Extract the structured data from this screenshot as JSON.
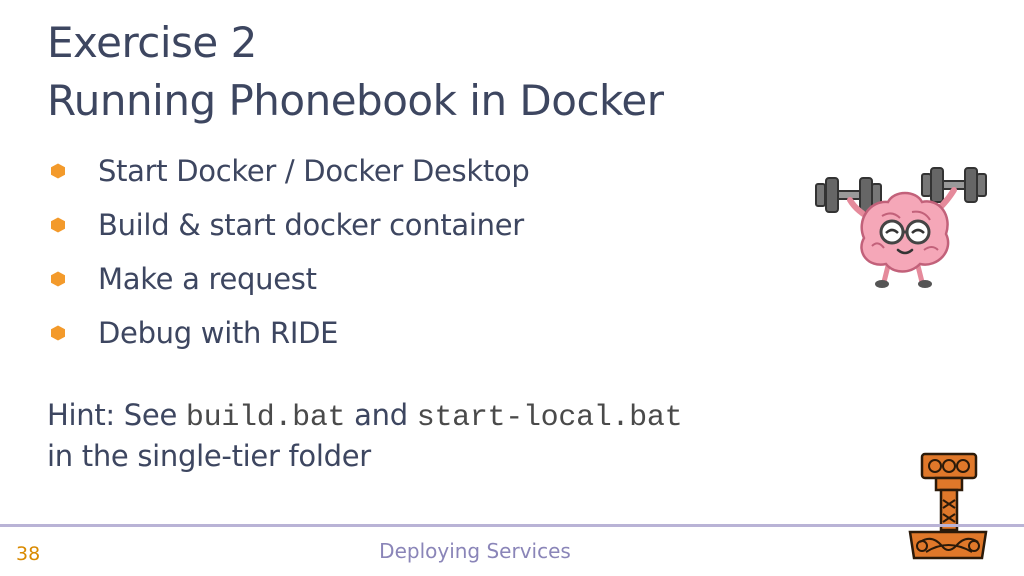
{
  "slide": {
    "title_line1": "Exercise 2",
    "title_line2": "Running Phonebook in Docker",
    "bullets": [
      "Start Docker / Docker Desktop",
      "Build & start docker container",
      "Make a request",
      "Debug with RIDE"
    ],
    "hint": {
      "prefix": "Hint: See ",
      "code1": "build.bat",
      "middle": " and ",
      "code2": "start-local.bat",
      "line2": "in the single-tier folder"
    }
  },
  "footer": {
    "page_number": "38",
    "text": "Deploying Services"
  },
  "colors": {
    "title": "#3d4660",
    "bullet": "#f39a2b",
    "footer_line": "#b9b3d6",
    "page_number": "#d98a00",
    "footer_text": "#8a85b8"
  },
  "icons": {
    "bullet": "hexagon-bullet-icon",
    "illustration": "brain-lifting-dumbbells-icon",
    "logo": "thor-hammer-logo-icon"
  }
}
